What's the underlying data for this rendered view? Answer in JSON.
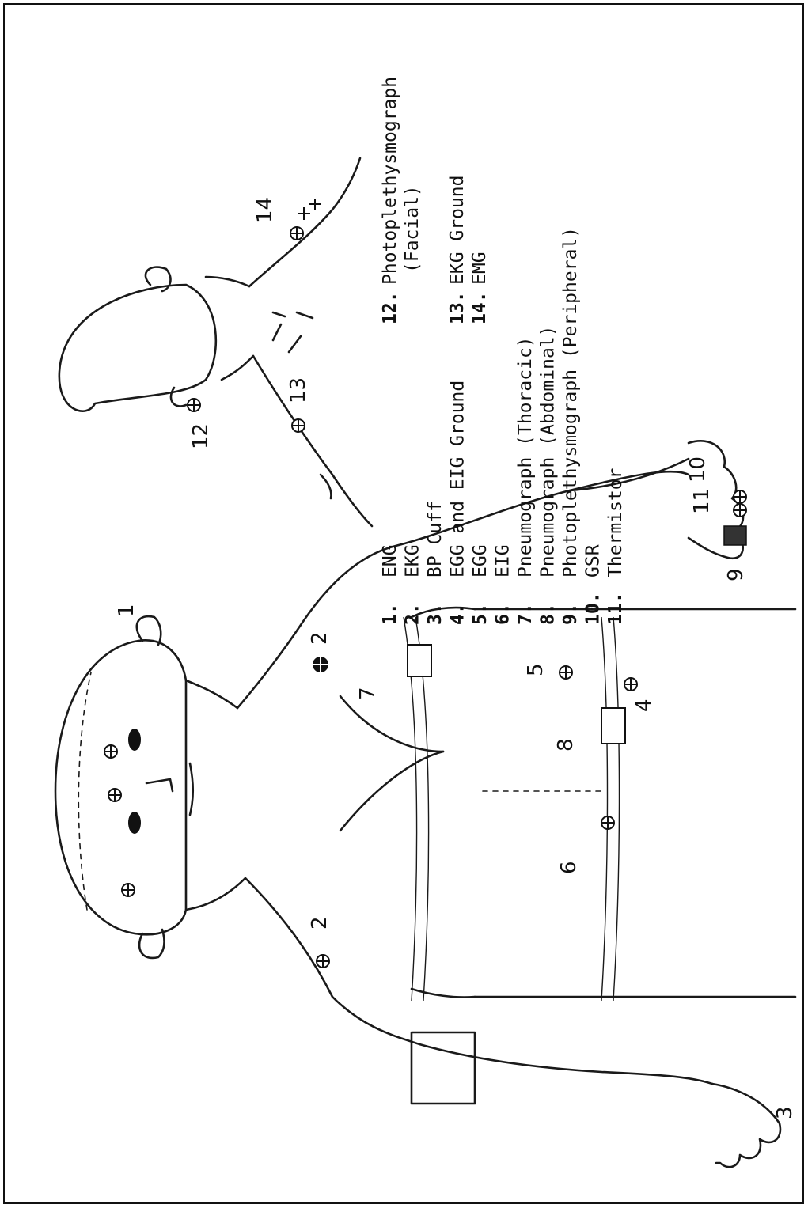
{
  "diagram": {
    "legend_left": [
      {
        "num": "1.",
        "label": "ENG"
      },
      {
        "num": "2.",
        "label": "EKG"
      },
      {
        "num": "3.",
        "label": "BP Cuff"
      },
      {
        "num": "4.",
        "label": "EGG and EIG Ground"
      },
      {
        "num": "5.",
        "label": "EGG"
      },
      {
        "num": "6.",
        "label": "EIG"
      },
      {
        "num": "7.",
        "label": "Pneumograph (Thoracic)"
      },
      {
        "num": "8.",
        "label": "Pneumograph (Abdominal)"
      },
      {
        "num": "9.",
        "label": "Photoplethysmograph (Peripheral)"
      },
      {
        "num": "10.",
        "label": "GSR"
      },
      {
        "num": "11.",
        "label": "Thermistor"
      }
    ],
    "legend_right": [
      {
        "num": "12.",
        "label": "Photoplethysmograph",
        "label2": "(Facial)"
      },
      {
        "num": "13.",
        "label": "EKG Ground"
      },
      {
        "num": "14.",
        "label": "EMG"
      }
    ],
    "callouts": {
      "c1": "1",
      "c2a": "2",
      "c2b": "2",
      "c3": "3",
      "c4": "4",
      "c5": "5",
      "c6": "6",
      "c7": "7",
      "c8": "8",
      "c9": "9",
      "c10": "10",
      "c11": "11",
      "c12": "12",
      "c13": "13",
      "c14": "14"
    }
  }
}
